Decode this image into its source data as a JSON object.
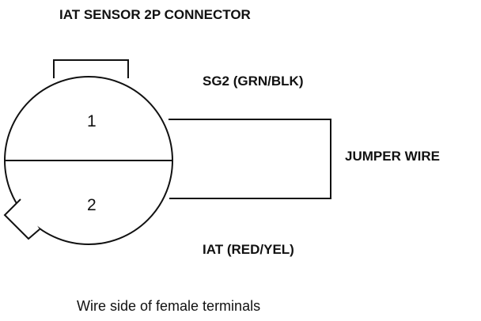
{
  "title": "IAT SENSOR 2P CONNECTOR",
  "terminals": {
    "pin1": "1",
    "pin2": "2"
  },
  "wires": {
    "upper": "SG2 (GRN/BLK)",
    "lower": "IAT (RED/YEL)",
    "jumper": "JUMPER WIRE"
  },
  "caption": "Wire side of female terminals",
  "colors": {
    "line": "#111111",
    "background": "#ffffff"
  }
}
